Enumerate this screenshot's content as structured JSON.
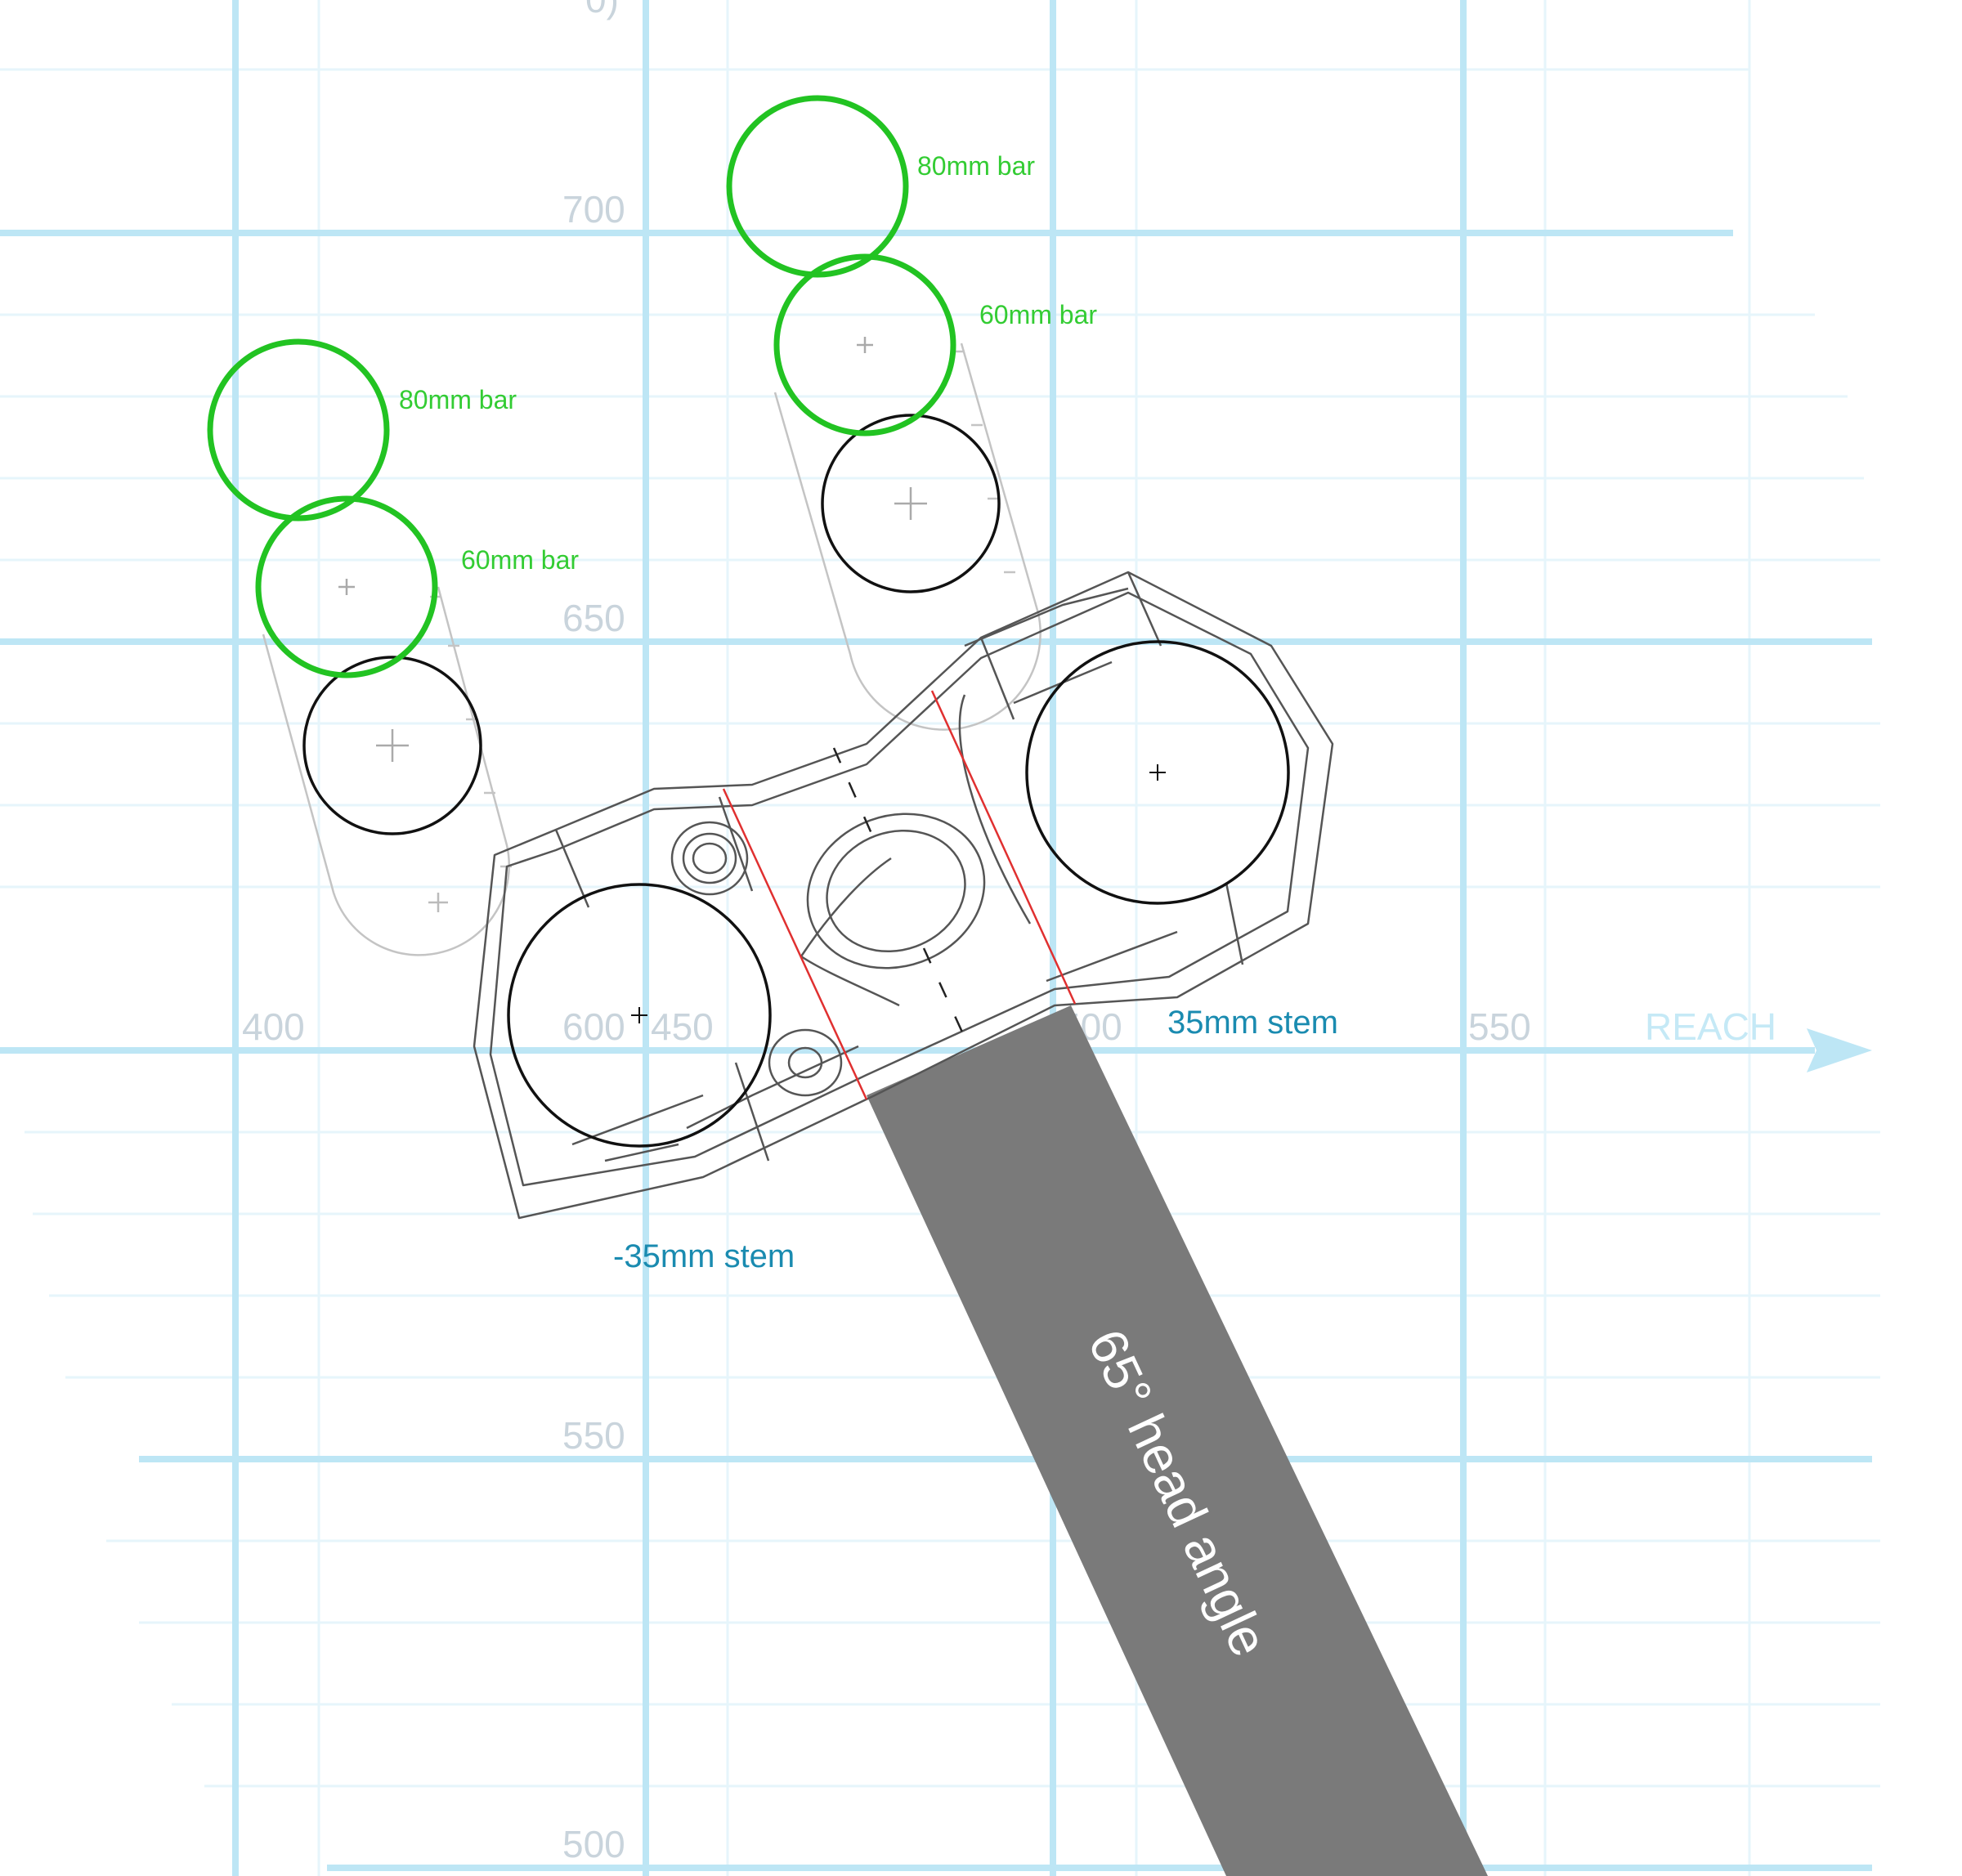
{
  "axes": {
    "reach_ticks": [
      "400",
      "450",
      "500",
      "550"
    ],
    "reach_label": "REACH",
    "stack_ticks": [
      "700",
      "650",
      "600",
      "550",
      "500"
    ],
    "top_partial_tick": "0)"
  },
  "labels": {
    "front_bar_80": "80mm bar",
    "front_bar_60": "60mm bar",
    "rear_bar_80": "80mm bar",
    "rear_bar_60": "60mm bar",
    "stem_pos": "35mm stem",
    "stem_neg": "-35mm stem",
    "head_angle": "65° head angle"
  },
  "colors": {
    "major_grid": "#bde6f5",
    "minor_grid": "#e6f5fb",
    "bar_rise_circle": "#22c322",
    "stem_label": "#1a8bb0",
    "head_tube": "#7a7a7a",
    "clamp_line": "#e03030"
  }
}
